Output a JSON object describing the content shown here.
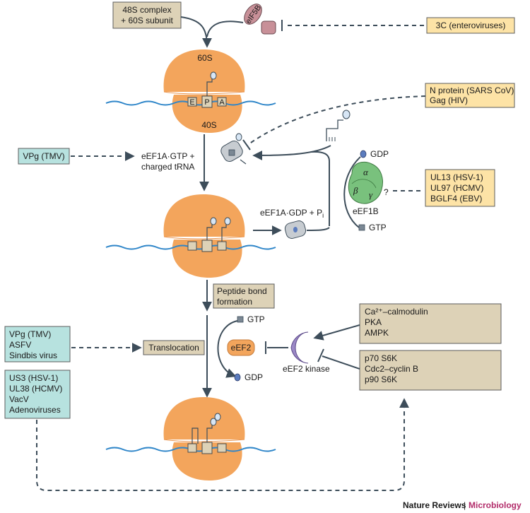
{
  "colors": {
    "ribosome": "#f3a55c",
    "mrna": "#2f86c9",
    "arrow": "#3d4d5a",
    "virus_box_orange": "#fde3a6",
    "virus_box_teal": "#b7e2df",
    "kinase_box": "#ddd2b7",
    "elongation_factor": "#79c17d",
    "eef2": "#f3a55c",
    "kinase": "#9b88c6",
    "eif5b": "#c89098",
    "factor_grey": "#c7ccd1",
    "gdp_dot": "#5b7cbe",
    "brand_accent": "#b22c6a"
  },
  "labels": {
    "initiation_box": [
      "48S complex",
      "+ 60S subunit"
    ],
    "eif5b": "eIF5B",
    "enterovirus_box": "3C (enteroviruses)",
    "sub_60s": "60S",
    "sub_40s": "40S",
    "site_e": "E",
    "site_p": "P",
    "site_a": "A",
    "sars_box": [
      "N protein (SARS CoV)",
      "Gag (HIV)"
    ],
    "vpg_tmv_top": "VPg (TMV)",
    "eef1a_gtp": [
      "eEF1A·GTP +",
      "charged tRNA"
    ],
    "gdp_top": "GDP",
    "greek_alpha": "α",
    "greek_beta": "β",
    "greek_gamma": "γ",
    "question_mark": "?",
    "eef1b": "eEF1B",
    "herpes_box": [
      "UL13 (HSV-1)",
      "UL97 (HCMV)",
      "BGLF4 (EBV)"
    ],
    "eef1a_gdp": "eEF1A·GDP + P",
    "eef1a_gdp_sub": "i",
    "gtp_mid": "GTP",
    "peptide_box": [
      "Peptide bond",
      "formation"
    ],
    "gtp_low": "GTP",
    "kinase_inputs_top": [
      "Ca²⁺–calmodulin",
      "PKA",
      "AMPK"
    ],
    "vpg_box": [
      "VPg (TMV)",
      "ASFV",
      "Sindbis virus"
    ],
    "translocation": "Translocation",
    "eef2": "eEF2",
    "eef2_kinase": "eEF2 kinase",
    "gdp_low": "GDP",
    "kinase_inputs_bottom": [
      "p70 S6K",
      "Cdc2–cyclin B",
      "p90 S6K"
    ],
    "virus_list_box": [
      "US3 (HSV-1)",
      "UL38 (HCMV)",
      "VacV",
      "Adenoviruses"
    ]
  },
  "footer": {
    "publisher": "Nature Reviews",
    "separator": "|",
    "journal": "Microbiology"
  }
}
